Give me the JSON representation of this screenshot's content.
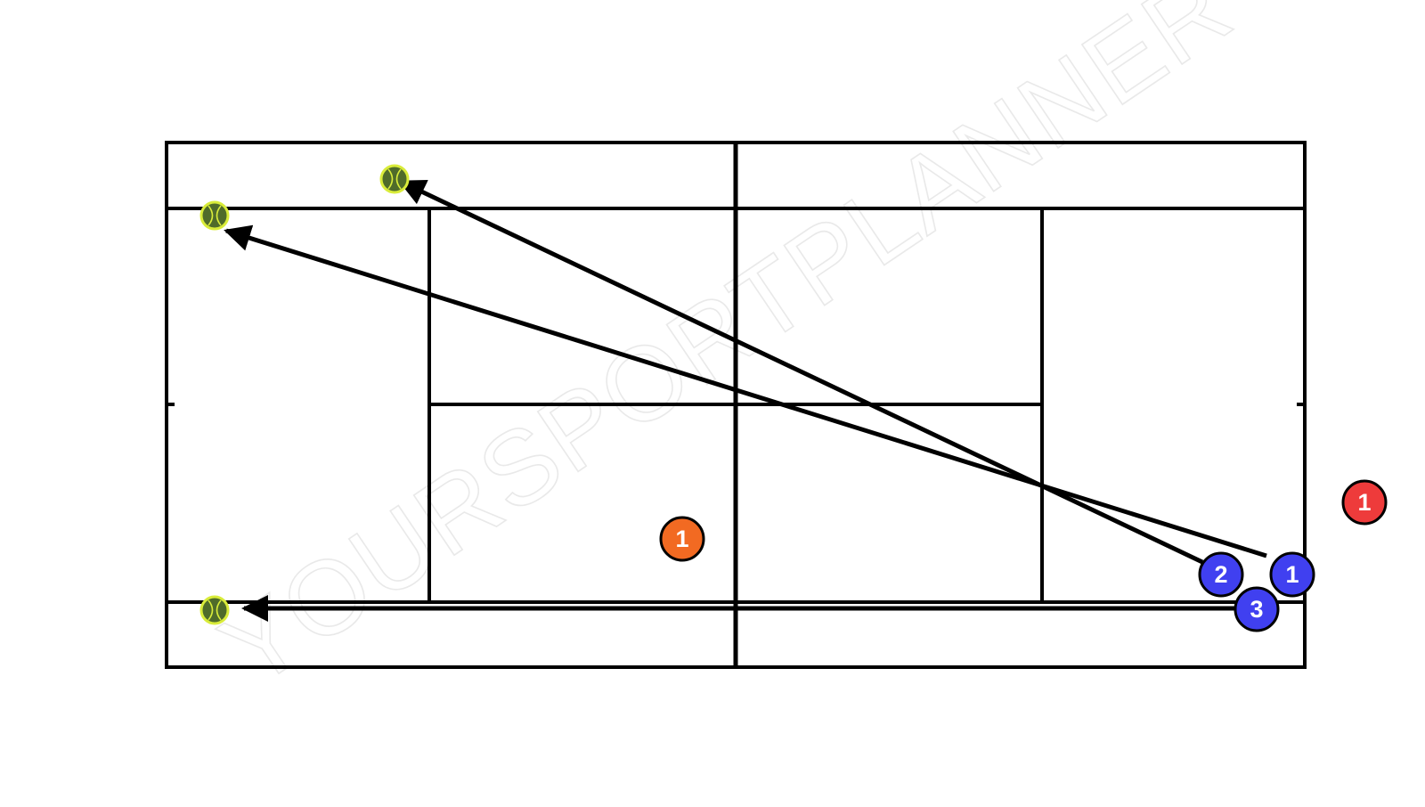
{
  "watermark": {
    "text": "YOURSPORTPLANNER"
  },
  "colors": {
    "court_line": "#000000",
    "background": "#ffffff",
    "player_blue": "#4040f0",
    "player_orange": "#f26a22",
    "player_red": "#ee3b3b",
    "ball_fill": "#4f6b2a",
    "ball_ring": "#d9ec3a",
    "arrow": "#000000"
  },
  "players": [
    {
      "id": "blue-1",
      "label": "1",
      "team": "blue"
    },
    {
      "id": "blue-2",
      "label": "2",
      "team": "blue"
    },
    {
      "id": "blue-3",
      "label": "3",
      "team": "blue"
    },
    {
      "id": "orange-1",
      "label": "1",
      "team": "orange"
    },
    {
      "id": "red-1",
      "label": "1",
      "team": "red"
    }
  ],
  "balls": [
    {
      "id": "ball-top-center",
      "icon": "tennis-ball-icon"
    },
    {
      "id": "ball-top-left",
      "icon": "tennis-ball-icon"
    },
    {
      "id": "ball-bottom-left",
      "icon": "tennis-ball-icon"
    }
  ],
  "shots": [
    {
      "id": "shot-1",
      "from": "blue-1",
      "to": "ball-top-left"
    },
    {
      "id": "shot-2",
      "from": "blue-2",
      "to": "ball-top-center"
    },
    {
      "id": "shot-3",
      "from": "blue-3",
      "to": "ball-bottom-left"
    }
  ]
}
